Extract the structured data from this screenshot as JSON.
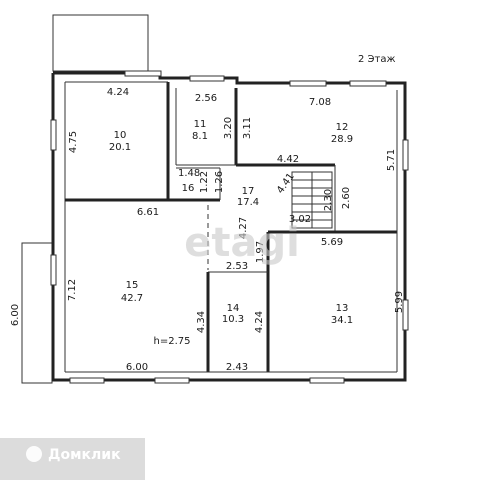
{
  "floor_title": "2 Этаж",
  "rooms": [
    {
      "id": "room-10",
      "number": "10",
      "area": "20.1"
    },
    {
      "id": "room-11",
      "number": "11",
      "area": "8.1"
    },
    {
      "id": "room-12",
      "number": "12",
      "area": "28.9"
    },
    {
      "id": "room-16",
      "number": "16",
      "area": "1.48"
    },
    {
      "id": "room-17",
      "number": "17",
      "area": "17.4"
    },
    {
      "id": "room-15",
      "number": "15",
      "area": "42.7"
    },
    {
      "id": "room-14",
      "number": "14",
      "area": "10.3"
    },
    {
      "id": "room-13",
      "number": "13",
      "area": "34.1"
    }
  ],
  "dimensions": {
    "d424": "4.24",
    "d256": "2.56",
    "d708": "7.08",
    "d475": "4.75",
    "d320": "3.20",
    "d311": "3.11",
    "d571": "5.71",
    "d442": "4.42",
    "d122": "1.22",
    "d126": "1.26",
    "d441": "4.41",
    "d661": "6.61",
    "d260": "2.60",
    "d230": "2.30",
    "d302": "3.02",
    "d427": "4.27",
    "d569": "5.69",
    "d197": "1.97",
    "d253": "2.53",
    "d712": "7.12",
    "d600v": "6.00",
    "d599": "5.99",
    "d434": "4.34",
    "d424b": "4.24",
    "d600h": "6.00",
    "d243": "2.43"
  },
  "ceiling_height": "h=2.75",
  "watermark": "etagi",
  "brand": "Домклик"
}
